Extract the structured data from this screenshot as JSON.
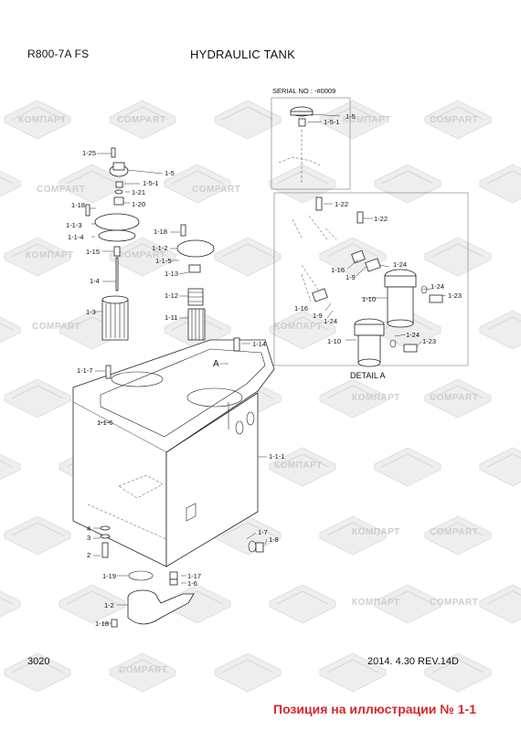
{
  "header": {
    "model": "R800-7A FS",
    "title": "HYDRAULIC TANK"
  },
  "footer": {
    "page": "3020",
    "date_rev": "2014. 4.30  REV.14D"
  },
  "caption": "Позиция на иллюстрации № 1-1",
  "watermark": {
    "text_ru": "КОМПАРТ",
    "text_en": "COMPART"
  },
  "serial_box": {
    "label": "SERIAL NO : -#0009"
  },
  "detail_box": {
    "label": "DETAIL  A"
  },
  "callout_a": "A",
  "labels": {
    "serial_1_5": "1-5",
    "serial_1_5_1": "1-5-1",
    "p1_25": "1-25",
    "p1_5": "1-5",
    "p1_5_1": "1-5-1",
    "p1_21": "1-21",
    "p1_20": "1-20",
    "p1_18a": "1-18",
    "p1_1_3": "1-1-3",
    "p1_1_4": "1-1-4",
    "p1_15": "1-15",
    "p1_4": "1-4",
    "p1_3": "1-3",
    "p1_18b": "1-18",
    "p1_1_2": "1-1-2",
    "p1_1_5": "1-1-5",
    "p1_13": "1-13",
    "p1_12": "1-12",
    "p1_11": "1-11",
    "p1_14": "1-14",
    "p1_1_7": "1-1-7",
    "p1_1_6": "1-1-6",
    "p1_1_1": "1-1-1",
    "p4": "4",
    "p3": "3",
    "p2": "2",
    "p1_7": "1-7",
    "p1_8": "1-8",
    "p1_19": "1-19",
    "p1_17": "1-17",
    "p1_6": "1-6",
    "p1_2": "1-2",
    "p1_18c": "1-18",
    "d1_22a": "1-22",
    "d1_22b": "1-22",
    "d1_16a": "1-16",
    "d1_9a": "1-9",
    "d1_24a": "1-24",
    "d1_10a": "1-10",
    "d1_24b": "1-24",
    "d1_23a": "1-23",
    "d1_16b": "1-16",
    "d1_9b": "1-9",
    "d1_24c": "1-24",
    "d1_10b": "1-10",
    "d1_24d": "1-24",
    "d1_23b": "1-23"
  }
}
